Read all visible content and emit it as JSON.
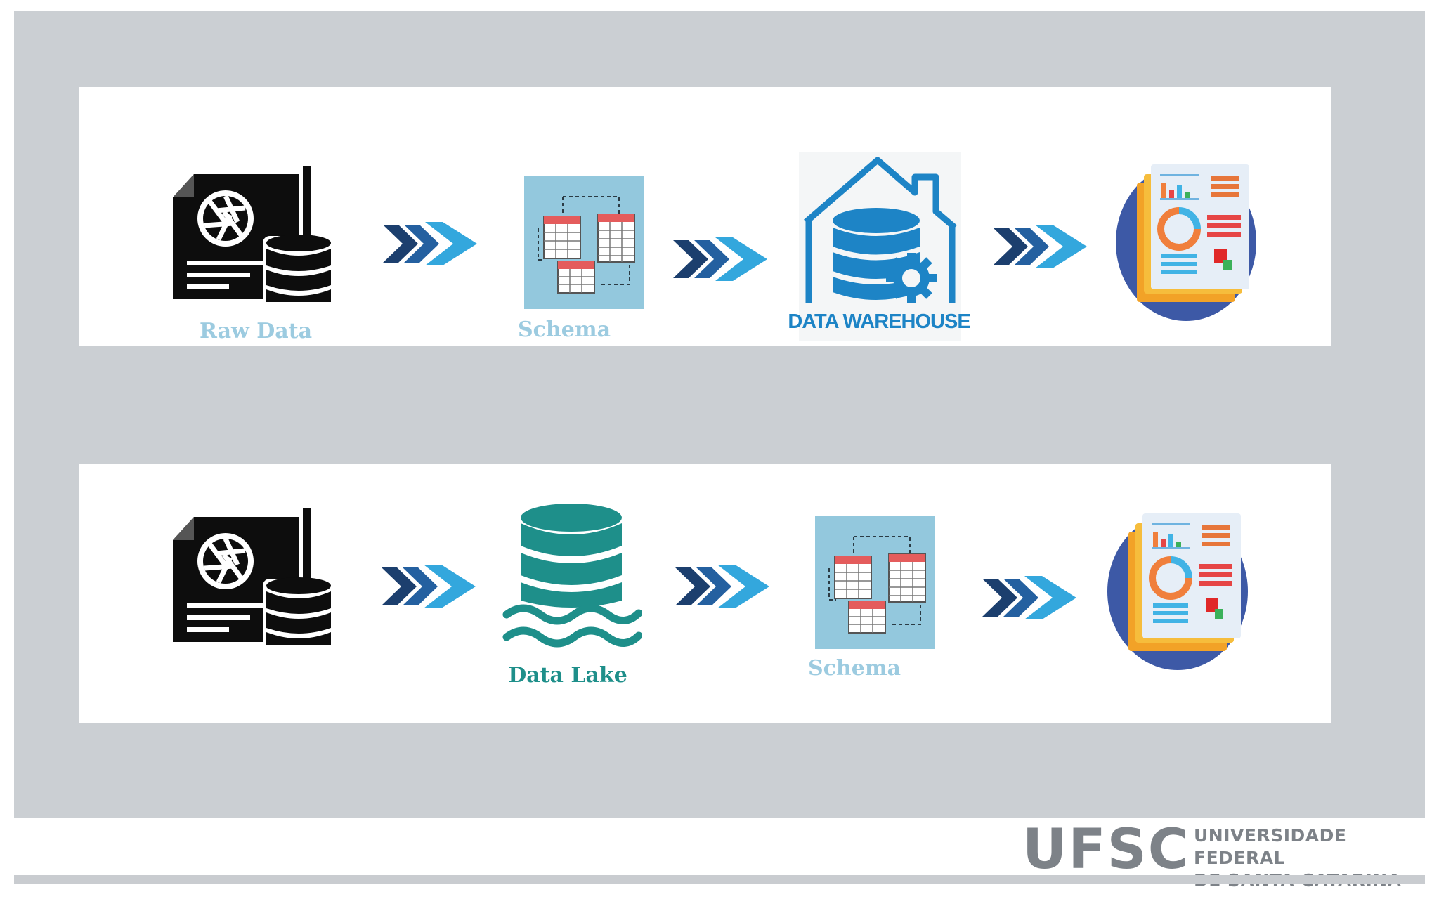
{
  "diagram": {
    "top_flow": {
      "nodes": [
        {
          "icon": "raw-data-document-database-icon",
          "label": "Raw Data"
        },
        {
          "icon": "schema-tables-icon",
          "label": "Schema"
        },
        {
          "icon": "data-warehouse-icon",
          "label": "DATA WAREHOUSE"
        },
        {
          "icon": "report-dashboard-icon",
          "label": ""
        }
      ]
    },
    "bottom_flow": {
      "nodes": [
        {
          "icon": "raw-data-document-database-icon",
          "label": ""
        },
        {
          "icon": "data-lake-icon",
          "label": "Data Lake"
        },
        {
          "icon": "schema-tables-icon",
          "label": "Schema"
        },
        {
          "icon": "report-dashboard-icon",
          "label": ""
        }
      ]
    }
  },
  "footer": {
    "logo_mark": "UFSC",
    "logo_name_line1": "UNIVERSIDADE FEDERAL",
    "logo_name_line2": "DE SANTA CATARINA"
  },
  "colors": {
    "background": "#cbcfd3",
    "panel": "#ffffff",
    "arrow_dark": "#1c3f6e",
    "arrow_mid": "#2460a0",
    "arrow_light": "#33a7dd",
    "schema_bg": "#93c8dd",
    "warehouse_blue": "#1d84c6",
    "lake_teal": "#1e8f8a",
    "label_light": "#9ccbe0"
  }
}
